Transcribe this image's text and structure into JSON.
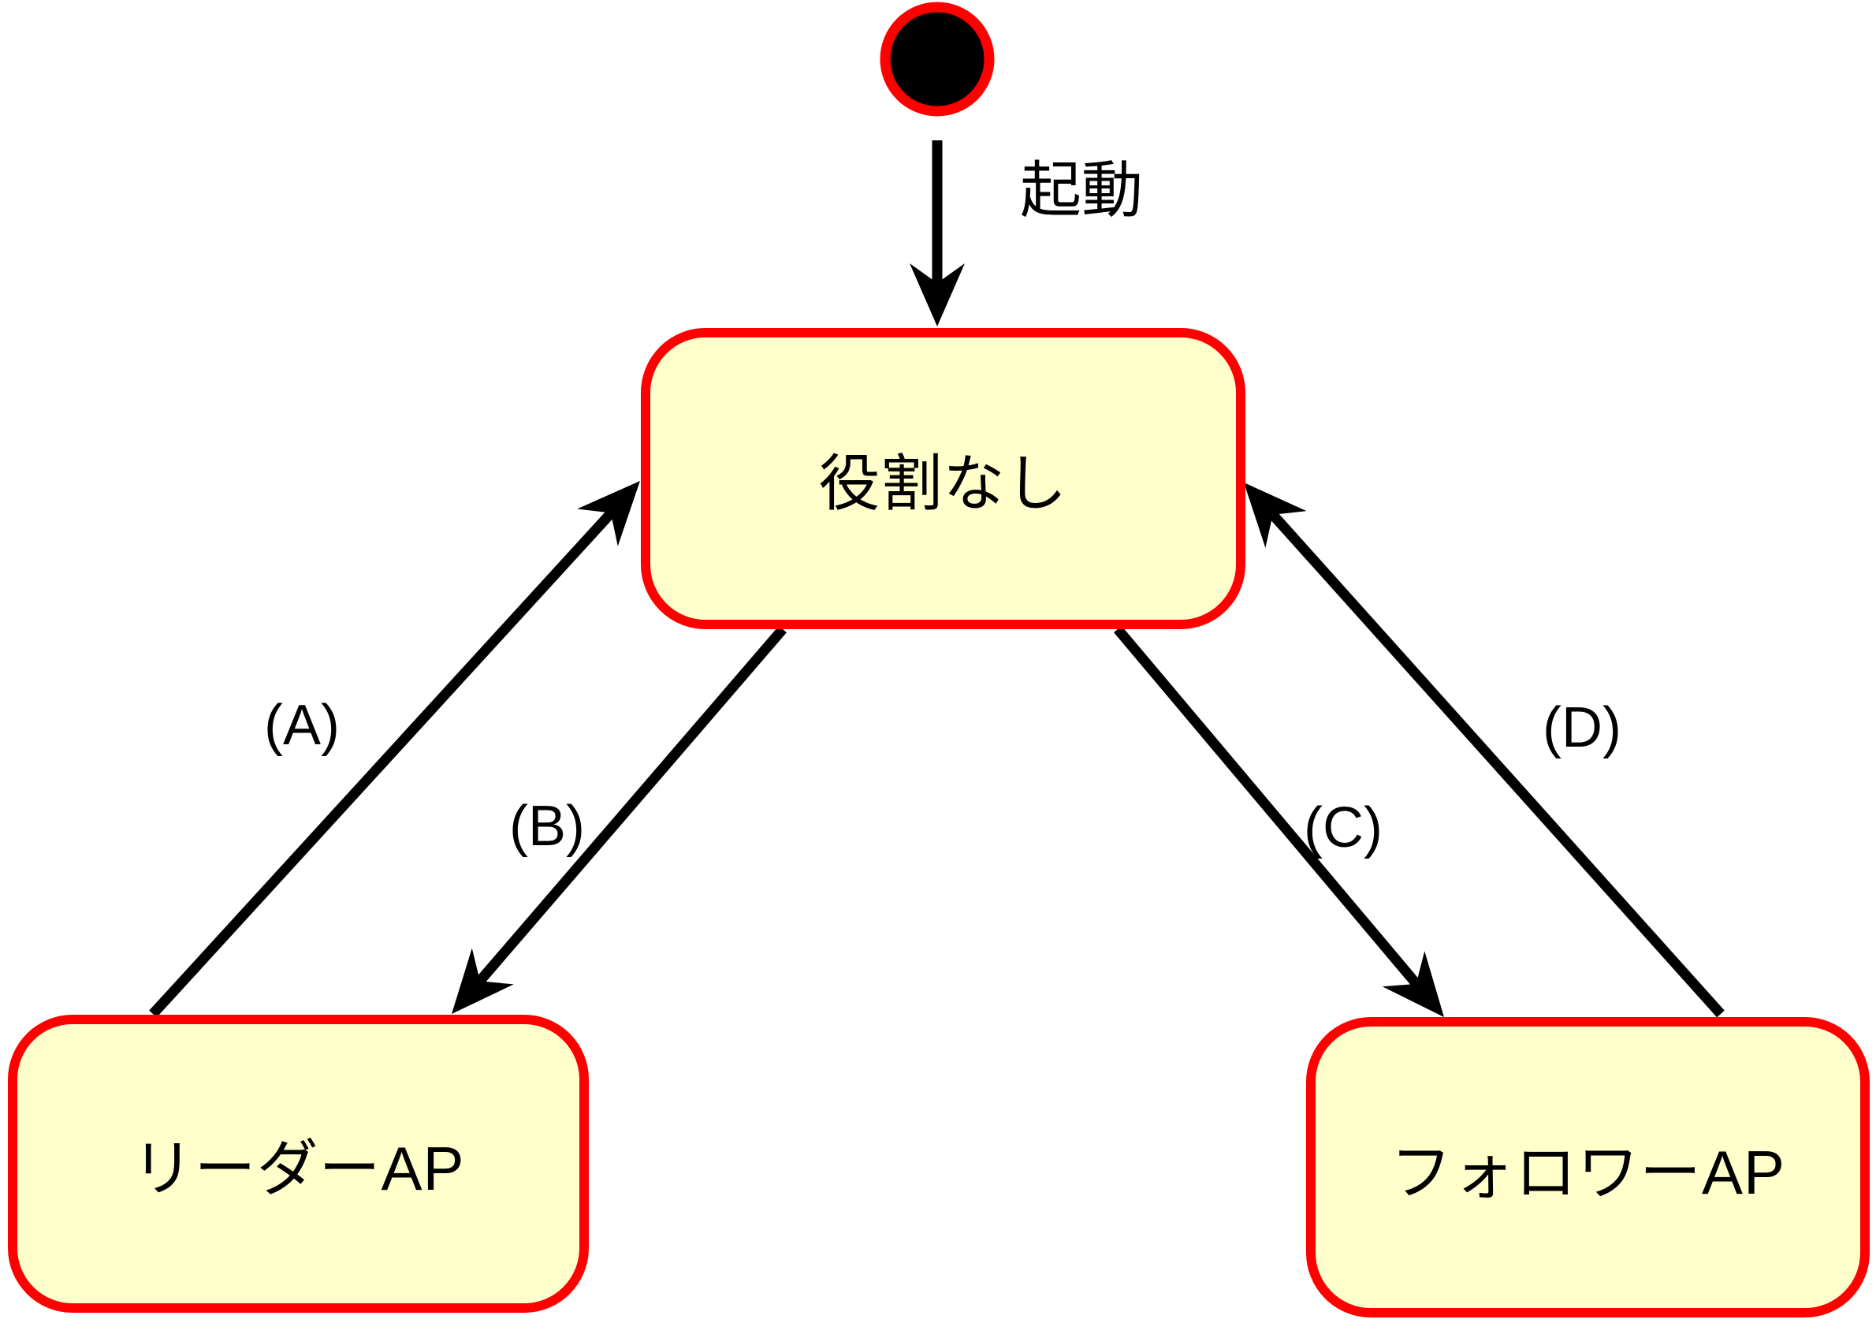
{
  "diagram": {
    "kind": "state-diagram",
    "background_color": "#FFFFFF",
    "colors": {
      "state_fill": "#FFFFCC",
      "state_border": "#FF0000",
      "edge_line": "#000000",
      "text": "#000000",
      "initial_dot_fill": "#000000",
      "initial_dot_ring": "#FF0000"
    },
    "initial_state": {
      "name": "initial-pseudo-state"
    },
    "states": [
      {
        "id": "no-role",
        "label": "役割なし"
      },
      {
        "id": "leader-ap",
        "label": "リーダーAP"
      },
      {
        "id": "follower-ap",
        "label": "フォロワーAP"
      }
    ],
    "transitions": [
      {
        "id": "start",
        "label": "起動",
        "from": "initial",
        "to": "no-role"
      },
      {
        "id": "A",
        "label": "(A)",
        "from": "leader-ap",
        "to": "no-role"
      },
      {
        "id": "B",
        "label": "(B)",
        "from": "no-role",
        "to": "leader-ap"
      },
      {
        "id": "C",
        "label": "(C)",
        "from": "no-role",
        "to": "follower-ap"
      },
      {
        "id": "D",
        "label": "(D)",
        "from": "follower-ap",
        "to": "no-role"
      }
    ]
  }
}
